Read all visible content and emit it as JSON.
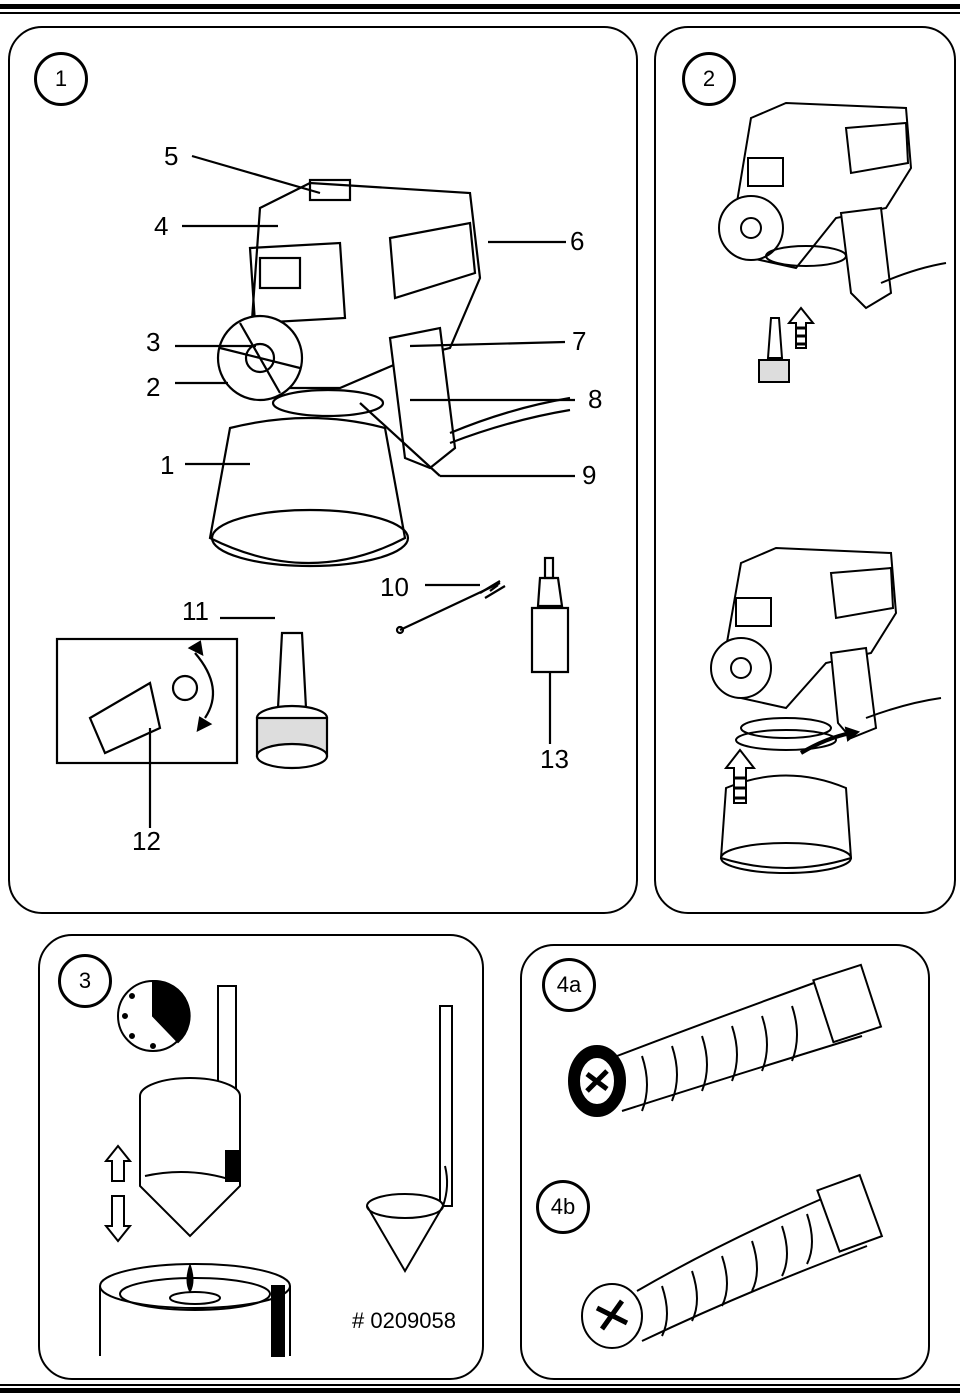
{
  "panels": {
    "p1": {
      "badge": "1"
    },
    "p2": {
      "badge": "2"
    },
    "p3": {
      "badge": "3",
      "part_number": "# 0209058"
    },
    "p4": {
      "badge_a": "4a",
      "badge_b": "4b"
    }
  },
  "callouts": [
    "1",
    "2",
    "3",
    "4",
    "5",
    "6",
    "7",
    "8",
    "9",
    "10",
    "11",
    "12",
    "13"
  ],
  "colors": {
    "ink": "#000000",
    "paper": "#ffffff",
    "shade": "#d9d9d9"
  }
}
